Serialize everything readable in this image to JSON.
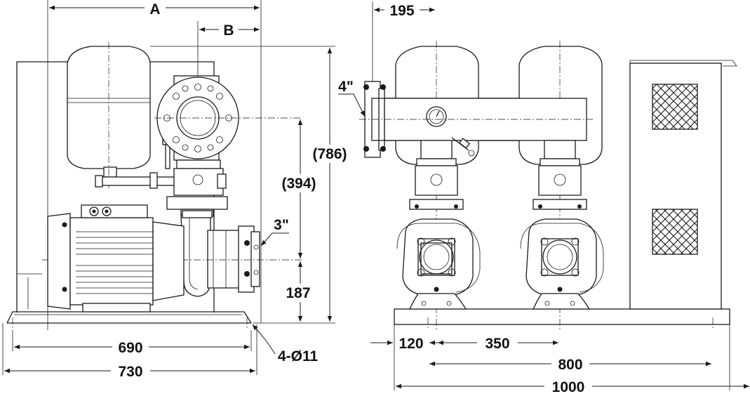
{
  "labels": {
    "dim_a": "A",
    "dim_b": "B",
    "dim_786": "(786)",
    "dim_394": "(394)",
    "dim_187": "187",
    "pipe_3in": "3\"",
    "dim_690": "690",
    "dim_730": "730",
    "holes": "4-Ø11",
    "dim_195": "195",
    "pipe_4in": "4\"",
    "dim_120": "120",
    "dim_350": "350",
    "dim_800": "800",
    "dim_1000": "1000"
  },
  "colors": {
    "line": "#1a1a1a",
    "background": "#ffffff"
  },
  "icons": [
    "crosshatch-vent",
    "pressure-gauge",
    "pressure-tank",
    "centrifugal-pump",
    "electric-motor"
  ]
}
